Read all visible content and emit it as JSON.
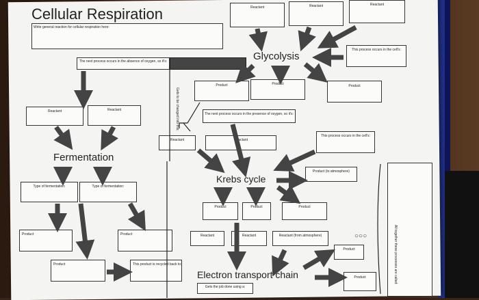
{
  "title": "Cellular Respiration",
  "equation_prompt": "Write general reaction for cellular respiration here:",
  "reactant": "Reactant",
  "product": "Product",
  "glycolysis": "Glycolysis",
  "process_in_cell": "This process occurs in the cell's:",
  "no_oxygen_process": "The next process occurs in the absence of oxygen, so it's:",
  "oxygen_process": "The next process occurs in the presence of oxygen, so it's:",
  "fermentation": "Fermentation",
  "type_of_fermentation": "Type of fermentation:",
  "krebs": "Krebs cycle",
  "product_atmosphere": "Product (to atmosphere)",
  "reactant_atmosphere": "Reactant (from atmosphere)",
  "recycled": "This product is recycled back to:",
  "etc": "Electron transport chain",
  "job_done": "Gets the job done using a:",
  "vertical_note": "Gets to be changed into this:",
  "together": "All together these processes are called:"
}
